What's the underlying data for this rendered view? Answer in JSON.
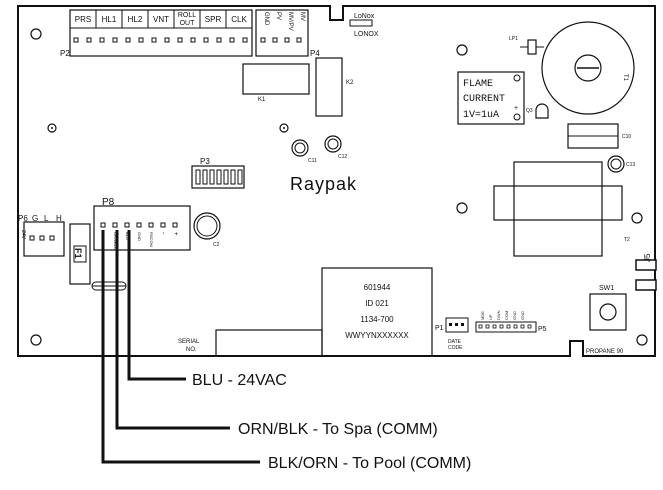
{
  "terminals_top": [
    "PRS",
    "HL1",
    "HL2",
    "VNT",
    "ROLL",
    "OUT",
    "SPR",
    "CLK"
  ],
  "p4_pins": [
    "GND",
    "PV",
    "MV/PV",
    "MV"
  ],
  "labels": {
    "p2": "P2",
    "p4": "P4",
    "lonox_a": "LoNox",
    "lonox_b": "LONOX",
    "k1": "K1",
    "k2": "K2",
    "lp1": "LP1",
    "t1": "T1",
    "flame_1": "FLAME",
    "flame_2": "CURRENT",
    "flame_3": "1V=1uA",
    "q3": "Q3",
    "c10": "C10",
    "c11": "C11",
    "c12": "C12",
    "c13": "C13",
    "p3": "P3",
    "brand": "Raypak",
    "p6": "P6",
    "p6_g": "G",
    "p6_l": "L",
    "p6_h": "H",
    "p6_v": "24V",
    "p8": "P8",
    "c2": "C2",
    "t2": "T2",
    "f1": "F1",
    "j15": "J5",
    "sw1": "SW1",
    "serial_1": "SERIAL",
    "serial_2": "NO.",
    "date_1": "DATE",
    "date_2": "CODE",
    "p1": "P1",
    "p5": "P5",
    "propane": "PROPANE 90"
  },
  "p8_pins": [
    "BLK/ORN",
    "ORN/BLK",
    "BLU",
    "GND",
    "RSCOM",
    "-",
    "+"
  ],
  "p5_pins": [
    "MDE",
    "UP",
    "DWN",
    "COM",
    "GND",
    "GND"
  ],
  "chip_label": [
    "601944",
    "ID  021",
    "1134-700",
    "WWYYNXXXXXX"
  ],
  "callouts": [
    {
      "text": "BLU - 24VAC"
    },
    {
      "text": "ORN/BLK - To Spa (COMM)"
    },
    {
      "text": "BLK/ORN - To Pool (COMM)"
    }
  ]
}
